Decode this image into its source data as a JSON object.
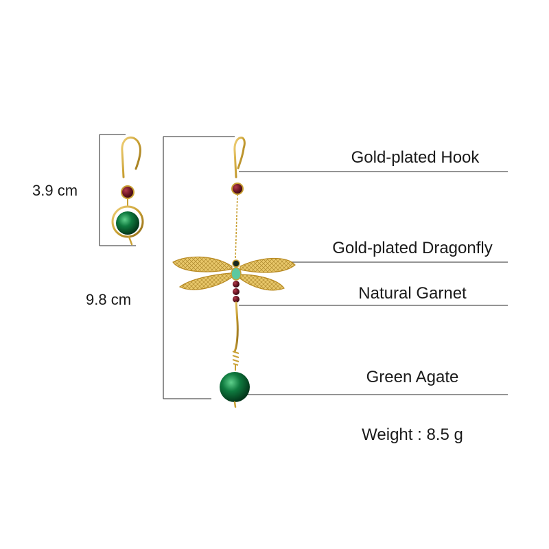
{
  "dimensions": {
    "small_earring_height": "3.9 cm",
    "long_earring_height": "9.8 cm"
  },
  "callouts": [
    {
      "label": "Gold-plated Hook"
    },
    {
      "label": "Gold-plated Dragonfly"
    },
    {
      "label": "Natural Garnet"
    },
    {
      "label": "Green Agate"
    }
  ],
  "weight": "Weight : 8.5 g",
  "colors": {
    "gold": "#c9a033",
    "garnet": "#6e1624",
    "agate": "#0f7a3f",
    "line": "#555555"
  }
}
